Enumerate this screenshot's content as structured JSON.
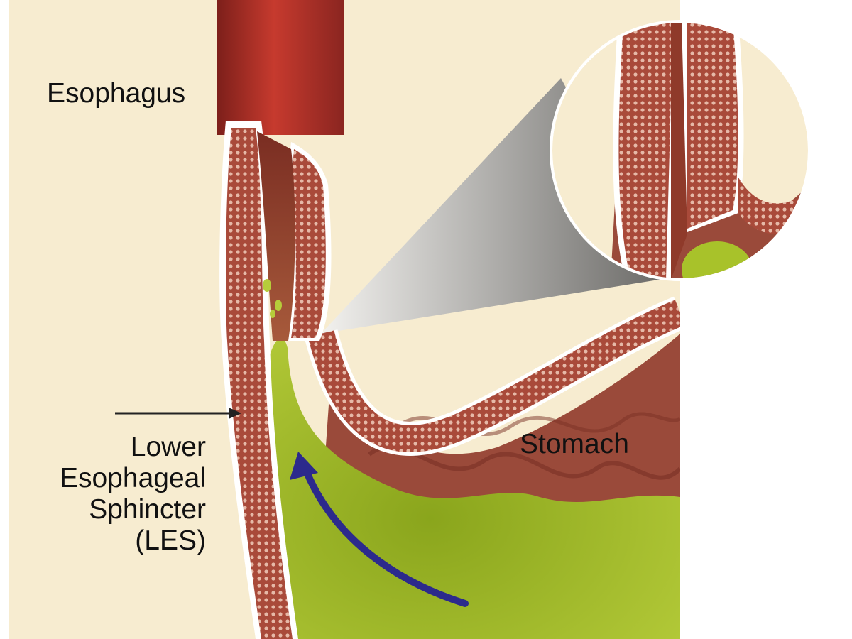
{
  "labels": {
    "esophagus": "Esophagus",
    "stomach": "Stomach",
    "les": [
      "Lower",
      "Esophageal",
      "Sphincter",
      "(LES)"
    ]
  },
  "colors": {
    "background": "#f7ecd0",
    "page": "#ffffff",
    "esophagus_outer": "#b7362c",
    "muscle_wall": "#a94a3a",
    "muscle_dots": "#e6b9a8",
    "lumen": "#8f3a2a",
    "stomach_lining": "#9a4a3a",
    "acid": "#a8c22a",
    "reflux_arrow": "#2c2a8c",
    "pointer_arrow": "#222222"
  },
  "icons": {
    "reflux_arrow": "reflux-direction-arrow-icon",
    "pointer_arrow": "les-pointer-arrow-icon"
  }
}
